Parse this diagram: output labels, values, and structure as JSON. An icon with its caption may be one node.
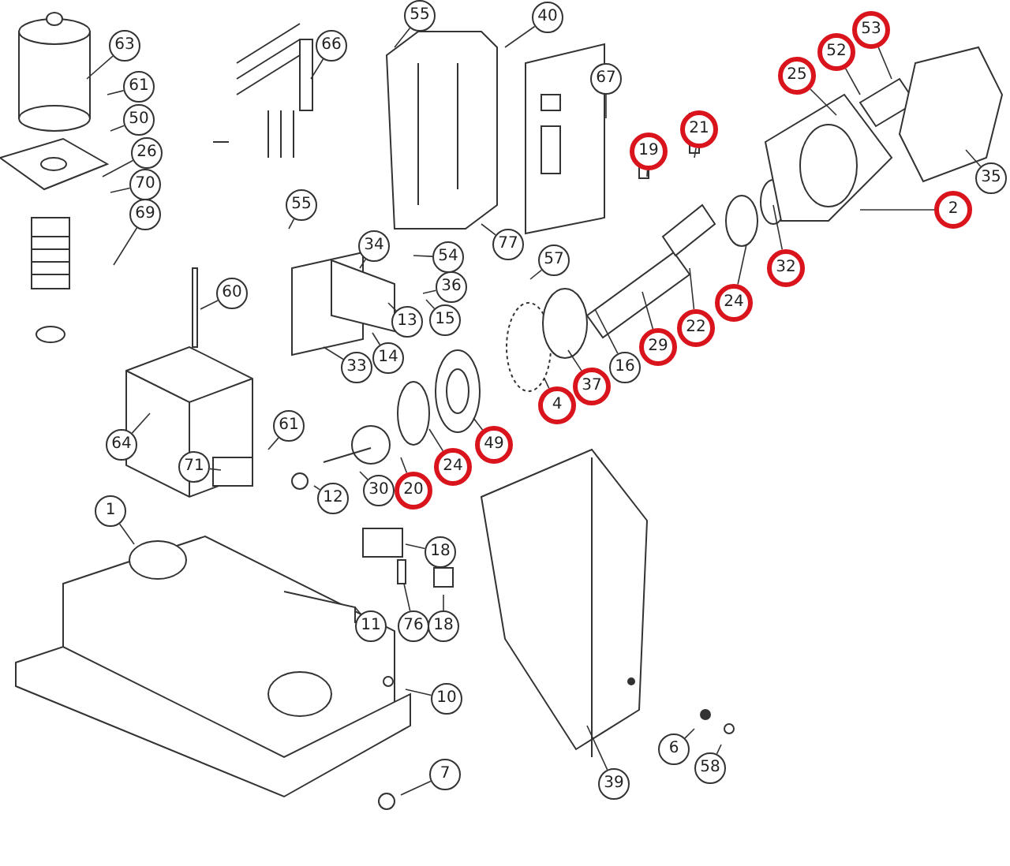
{
  "diagram": {
    "nodes": [
      {
        "text": [
          "63"
        ]
      },
      {
        "text": [
          "61"
        ]
      },
      {
        "text": [
          "50"
        ]
      },
      {
        "text": [
          "26"
        ]
      },
      {
        "text": [
          "70"
        ]
      },
      {
        "text": [
          "69"
        ]
      },
      {
        "text": [
          "66"
        ]
      },
      {
        "text": [
          "55"
        ]
      },
      {
        "text": [
          "40"
        ]
      },
      {
        "text": [
          "67"
        ]
      },
      {
        "text": [
          "55"
        ]
      },
      {
        "text": [
          "34"
        ]
      },
      {
        "text": [
          "54"
        ]
      },
      {
        "text": [
          "36"
        ]
      },
      {
        "text": [
          "57"
        ]
      },
      {
        "text": [
          "77"
        ]
      },
      {
        "text": [
          "60"
        ]
      },
      {
        "text": [
          "15"
        ]
      },
      {
        "text": [
          "13"
        ]
      },
      {
        "text": [
          "14"
        ]
      },
      {
        "text": [
          "33"
        ]
      },
      {
        "text": [
          "16"
        ]
      },
      {
        "text": [
          "29"
        ]
      },
      {
        "text": [
          "22"
        ]
      },
      {
        "text": [
          "24"
        ]
      },
      {
        "text": [
          "32"
        ]
      },
      {
        "text": [
          "2"
        ]
      },
      {
        "text": [
          "25"
        ]
      },
      {
        "text": [
          "52"
        ]
      },
      {
        "text": [
          "53"
        ]
      },
      {
        "text": [
          "35"
        ]
      },
      {
        "text": [
          "19"
        ]
      },
      {
        "text": [
          "21"
        ]
      },
      {
        "text": [
          "37"
        ]
      },
      {
        "text": [
          "4"
        ]
      },
      {
        "text": [
          "49"
        ]
      },
      {
        "text": [
          "24"
        ]
      },
      {
        "text": [
          "20"
        ]
      },
      {
        "text": [
          "30"
        ]
      },
      {
        "text": [
          "12"
        ]
      },
      {
        "text": [
          "71"
        ]
      },
      {
        "text": [
          "61"
        ]
      },
      {
        "text": [
          "64"
        ]
      },
      {
        "text": [
          "1"
        ]
      },
      {
        "text": [
          "18"
        ]
      },
      {
        "text": [
          "11"
        ]
      },
      {
        "text": [
          "76"
        ]
      },
      {
        "text": [
          "18"
        ]
      },
      {
        "text": [
          "10"
        ]
      },
      {
        "text": [
          "7"
        ]
      },
      {
        "text": [
          "39"
        ]
      },
      {
        "text": [
          "6"
        ]
      },
      {
        "text": [
          "58"
        ]
      }
    ],
    "edges": [
      {
        "from": 0,
        "to": null,
        "arrow": "none"
      },
      {
        "from": 1,
        "to": null,
        "arrow": "none"
      },
      {
        "from": 2,
        "to": null,
        "arrow": "none"
      },
      {
        "from": 3,
        "to": null,
        "arrow": "none"
      },
      {
        "from": 4,
        "to": null,
        "arrow": "none"
      },
      {
        "from": 5,
        "to": null,
        "arrow": "none"
      },
      {
        "from": 6,
        "to": null,
        "arrow": "none"
      },
      {
        "from": 7,
        "to": null,
        "arrow": "none"
      },
      {
        "from": 8,
        "to": null,
        "arrow": "none"
      },
      {
        "from": 9,
        "to": null,
        "arrow": "none"
      },
      {
        "from": 10,
        "to": null,
        "arrow": "none"
      },
      {
        "from": 11,
        "to": null,
        "arrow": "none"
      },
      {
        "from": 12,
        "to": null,
        "arrow": "none"
      },
      {
        "from": 13,
        "to": null,
        "arrow": "none"
      },
      {
        "from": 14,
        "to": null,
        "arrow": "none"
      },
      {
        "from": 15,
        "to": null,
        "arrow": "none"
      },
      {
        "from": 16,
        "to": null,
        "arrow": "none"
      },
      {
        "from": 17,
        "to": null,
        "arrow": "none"
      },
      {
        "from": 18,
        "to": null,
        "arrow": "none"
      },
      {
        "from": 19,
        "to": null,
        "arrow": "none"
      },
      {
        "from": 20,
        "to": null,
        "arrow": "none"
      },
      {
        "from": 21,
        "to": null,
        "arrow": "none"
      },
      {
        "from": 22,
        "to": null,
        "arrow": "none"
      },
      {
        "from": 23,
        "to": null,
        "arrow": "none"
      },
      {
        "from": 24,
        "to": null,
        "arrow": "none"
      },
      {
        "from": 25,
        "to": null,
        "arrow": "none"
      },
      {
        "from": 26,
        "to": null,
        "arrow": "none"
      },
      {
        "from": 27,
        "to": null,
        "arrow": "none"
      },
      {
        "from": 28,
        "to": null,
        "arrow": "none"
      },
      {
        "from": 29,
        "to": null,
        "arrow": "none"
      },
      {
        "from": 30,
        "to": null,
        "arrow": "none"
      },
      {
        "from": 31,
        "to": null,
        "arrow": "none"
      },
      {
        "from": 32,
        "to": null,
        "arrow": "none"
      },
      {
        "from": 33,
        "to": null,
        "arrow": "none"
      },
      {
        "from": 34,
        "to": null,
        "arrow": "none"
      },
      {
        "from": 35,
        "to": null,
        "arrow": "none"
      },
      {
        "from": 36,
        "to": null,
        "arrow": "none"
      },
      {
        "from": 37,
        "to": null,
        "arrow": "none"
      },
      {
        "from": 38,
        "to": null,
        "arrow": "none"
      },
      {
        "from": 39,
        "to": null,
        "arrow": "none"
      },
      {
        "from": 40,
        "to": null,
        "arrow": "none"
      },
      {
        "from": 41,
        "to": null,
        "arrow": "none"
      },
      {
        "from": 42,
        "to": null,
        "arrow": "none"
      },
      {
        "from": 43,
        "to": null,
        "arrow": "none"
      },
      {
        "from": 44,
        "to": null,
        "arrow": "none"
      },
      {
        "from": 45,
        "to": null,
        "arrow": "none"
      },
      {
        "from": 46,
        "to": null,
        "arrow": "none"
      },
      {
        "from": 47,
        "to": null,
        "arrow": "none"
      },
      {
        "from": 48,
        "to": null,
        "arrow": "none"
      },
      {
        "from": 49,
        "to": null,
        "arrow": "none"
      },
      {
        "from": 50,
        "to": null,
        "arrow": "none"
      },
      {
        "from": 51,
        "to": null,
        "arrow": "none"
      },
      {
        "from": 52,
        "to": null,
        "arrow": "none"
      }
    ]
  }
}
